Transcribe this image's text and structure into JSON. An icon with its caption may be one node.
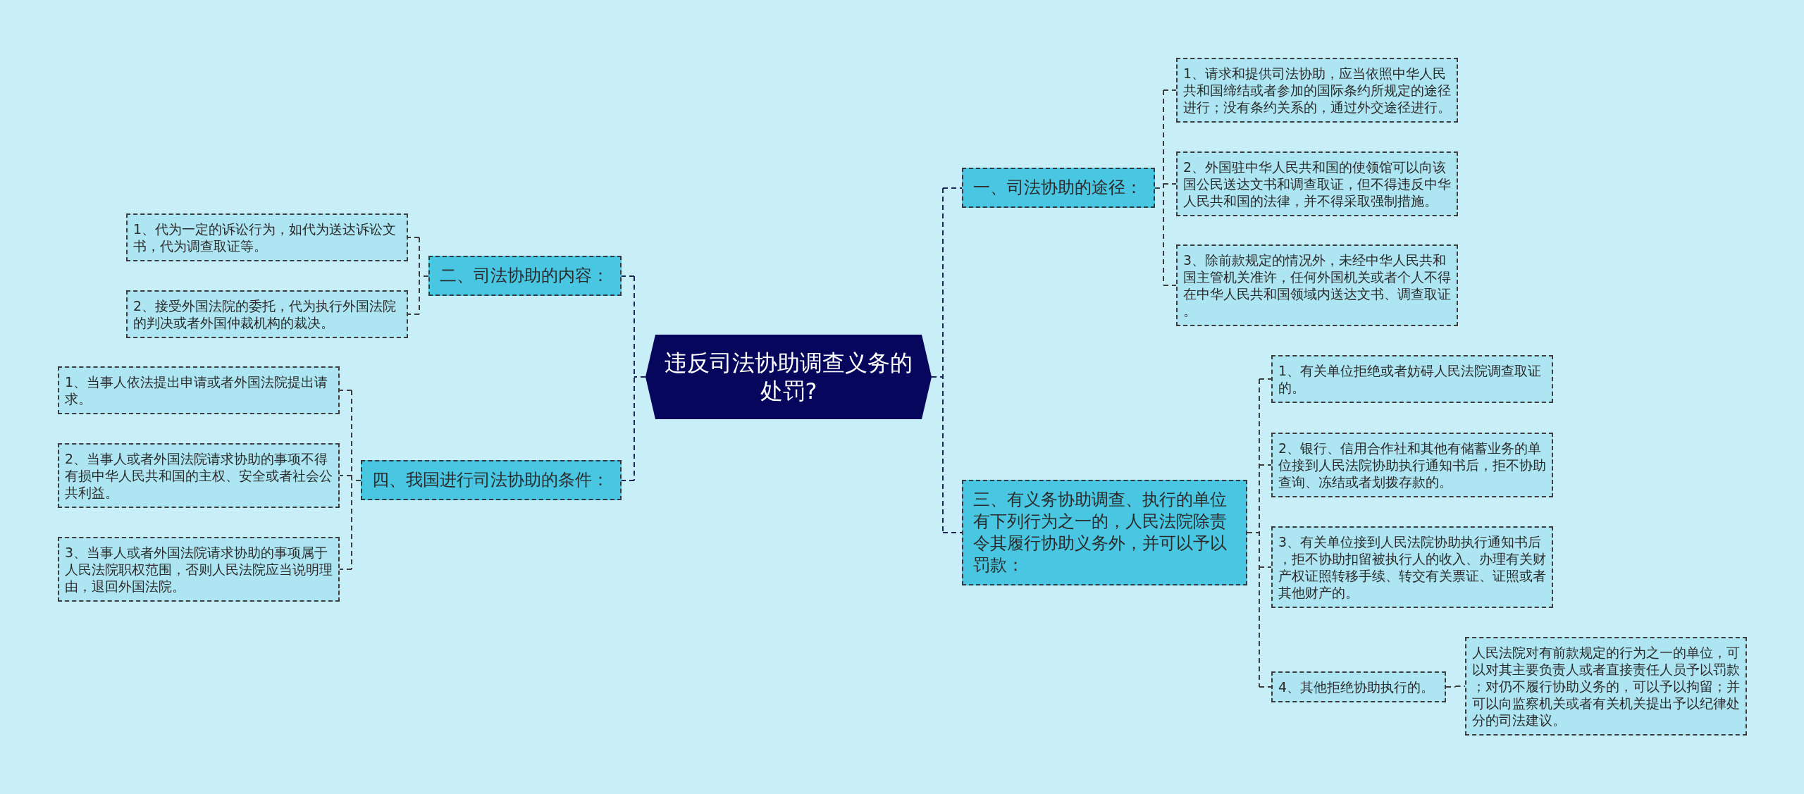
{
  "diagram": {
    "nodes": [
      {
        "text": [
          "违反司法协助调查义务的处罚?"
        ]
      },
      {
        "text": [
          "一、司法协助的途径："
        ]
      },
      {
        "text": [
          "1、请求和提供司法协助，应当依照中华人民共和国缔结或者参加的国际条约所规定的途径进行；没有条约关系的，通过外交途径进行。"
        ]
      },
      {
        "text": [
          "2、外国驻中华人民共和国的使领馆可以向该国公民送达文书和调查取证，但不得违反中华人民共和国的法律，并不得采取强制措施。"
        ]
      },
      {
        "text": [
          "3、除前款规定的情况外，未经中华人民共和国主管机关准许，任何外国机关或者个人不得在中华人民共和国领域内送达文书、调查取证。"
        ]
      },
      {
        "text": [
          "三、有义务协助调查、执行的单位有下列行为之一的，人民法院除责令其履行协助义务外，并可以予以罚款："
        ]
      },
      {
        "text": [
          "1、有关单位拒绝或者妨碍人民法院调查取证的。"
        ]
      },
      {
        "text": [
          "2、银行、信用合作社和其他有储蓄业务的单位接到人民法院协助执行通知书后，拒不协助查询、冻结或者划拨存款的。"
        ]
      },
      {
        "text": [
          "3、有关单位接到人民法院协助执行通知书后，拒不协助扣留被执行人的收入、办理有关财产权证照转移手续、转交有关票证、证照或者其他财产的。"
        ]
      },
      {
        "text": [
          "4、其他拒绝协助执行的。"
        ]
      },
      {
        "text": [
          "人民法院对有前款规定的行为之一的单位，可以对其主要负责人或者直接责任人员予以罚款；对仍不履行协助义务的，可以予以拘留；并可以向监察机关或者有关机关提出予以纪律处分的司法建议。"
        ]
      },
      {
        "text": [
          "二、司法协助的内容："
        ]
      },
      {
        "text": [
          "1、代为一定的诉讼行为，如代为送达诉讼文书，代为调查取证等。"
        ]
      },
      {
        "text": [
          "2、接受外国法院的委托，代为执行外国法院的判决或者外国仲裁机构的裁决。"
        ]
      },
      {
        "text": [
          "四、我国进行司法协助的条件："
        ]
      },
      {
        "text": [
          "1、当事人依法提出申请或者外国法院提出请求。"
        ]
      },
      {
        "text": [
          "2、当事人或者外国法院请求协助的事项不得有损中华人民共和国的主权、安全或者社会公共利益。"
        ]
      },
      {
        "text": [
          "3、当事人或者外国法院请求协助的事项属于人民法院职权范围，否则人民法院应当说明理由，退回外国法院。"
        ]
      }
    ],
    "edges": [
      {
        "from": 0,
        "to": 1,
        "arrow": "none",
        "style": "dashed",
        "color": "#1f2456"
      },
      {
        "from": 0,
        "to": 5,
        "arrow": "none",
        "style": "dashed",
        "color": "#1f2456"
      },
      {
        "from": 0,
        "to": 11,
        "arrow": "none",
        "style": "dashed",
        "color": "#1f2456"
      },
      {
        "from": 0,
        "to": 14,
        "arrow": "none",
        "style": "dashed",
        "color": "#1f2456"
      },
      {
        "from": 1,
        "to": 2,
        "arrow": "none",
        "style": "dashed"
      },
      {
        "from": 1,
        "to": 3,
        "arrow": "none",
        "style": "dashed"
      },
      {
        "from": 1,
        "to": 4,
        "arrow": "none",
        "style": "dashed"
      },
      {
        "from": 5,
        "to": 6,
        "arrow": "none",
        "style": "dashed"
      },
      {
        "from": 5,
        "to": 7,
        "arrow": "none",
        "style": "dashed"
      },
      {
        "from": 5,
        "to": 8,
        "arrow": "none",
        "style": "dashed"
      },
      {
        "from": 5,
        "to": 9,
        "arrow": "none",
        "style": "dashed"
      },
      {
        "from": 9,
        "to": 10,
        "arrow": "none",
        "style": "dashed"
      },
      {
        "from": 11,
        "to": 12,
        "arrow": "none",
        "style": "dashed"
      },
      {
        "from": 11,
        "to": 13,
        "arrow": "none",
        "style": "dashed"
      },
      {
        "from": 14,
        "to": 15,
        "arrow": "none",
        "style": "dashed"
      },
      {
        "from": 14,
        "to": 16,
        "arrow": "none",
        "style": "dashed"
      },
      {
        "from": 14,
        "to": 17,
        "arrow": "none",
        "style": "dashed"
      }
    ]
  }
}
